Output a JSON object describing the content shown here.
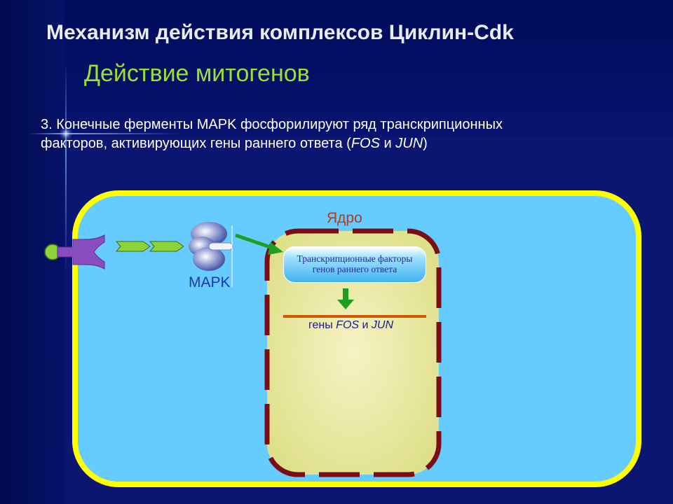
{
  "header": {
    "title": "Механизм действия комплексов Циклин-Cdk",
    "subtitle": "Действие митогенов"
  },
  "body": {
    "line1": "3. Конечные ферменты MAPK фосфорилируют ряд транскрипционных",
    "line2_prefix": "факторов, активирующих гены раннего ответа (",
    "gene1": "FOS",
    "conj": " и ",
    "gene2": "JUN",
    "line2_suffix": ")"
  },
  "diagram": {
    "nucleus_label": "Ядро",
    "mapk_label": "MAPK",
    "tf_line1": "Транскрипционные факторы",
    "tf_line2": "генов раннего ответа",
    "genes_prefix": "гены ",
    "genes_fos": "FOS",
    "genes_conj": " и ",
    "genes_jun": "JUN",
    "colors": {
      "cell_fill": "#66ccff",
      "cell_border": "#ffff00",
      "nucleus_fill": "#e9eca0",
      "nucleus_border": "#7a0e14",
      "receptor": "#8a4dbf",
      "ligand": "#8cd43a",
      "arrow_green": "#1f9e1f",
      "gene_line": "#cc5a00"
    }
  }
}
